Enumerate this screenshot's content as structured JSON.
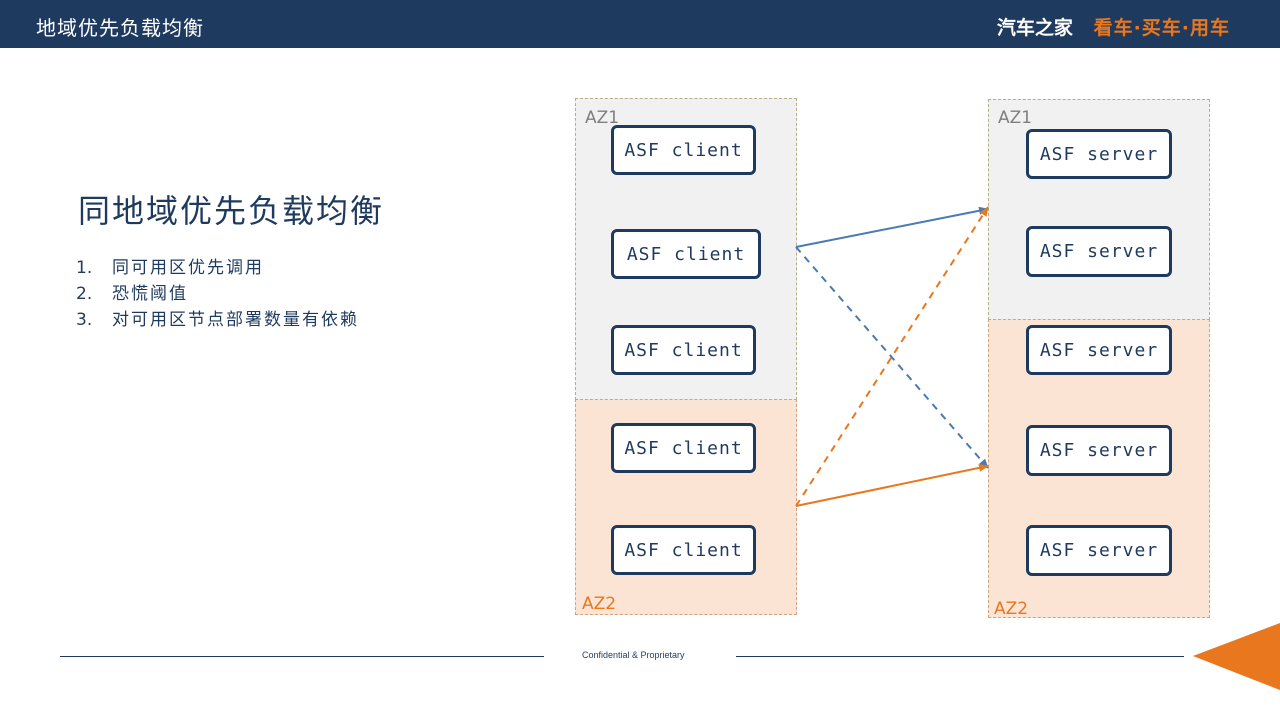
{
  "header": {
    "title": "地域优先负载均衡",
    "brand_name": "汽车之家",
    "brand_slogan": "看车·买车·用车"
  },
  "slide": {
    "title": "同地域优先负载均衡",
    "points": [
      {
        "num": "1.",
        "text": "同可用区优先调用"
      },
      {
        "num": "2.",
        "text": "恐慌阈值"
      },
      {
        "num": "3.",
        "text": "对可用区节点部署数量有依赖"
      }
    ]
  },
  "diagram": {
    "client_side": {
      "az1_label": "AZ1",
      "az2_label": "AZ2",
      "nodes": [
        "ASF client",
        "ASF client",
        "ASF client",
        "ASF client",
        "ASF client"
      ]
    },
    "server_side": {
      "az1_label": "AZ1",
      "az2_label": "AZ2",
      "nodes": [
        "ASF server",
        "ASF server",
        "ASF server",
        "ASF server",
        "ASF server"
      ]
    },
    "colors": {
      "az1_fill": "#f1f1f1",
      "az2_fill": "#fbe4d4",
      "node_border": "#1f3a5f",
      "blue_arrow": "#4a7ab3",
      "orange_arrow": "#e8771e"
    }
  },
  "footer": {
    "confidential": "Confidential & Proprietary"
  }
}
